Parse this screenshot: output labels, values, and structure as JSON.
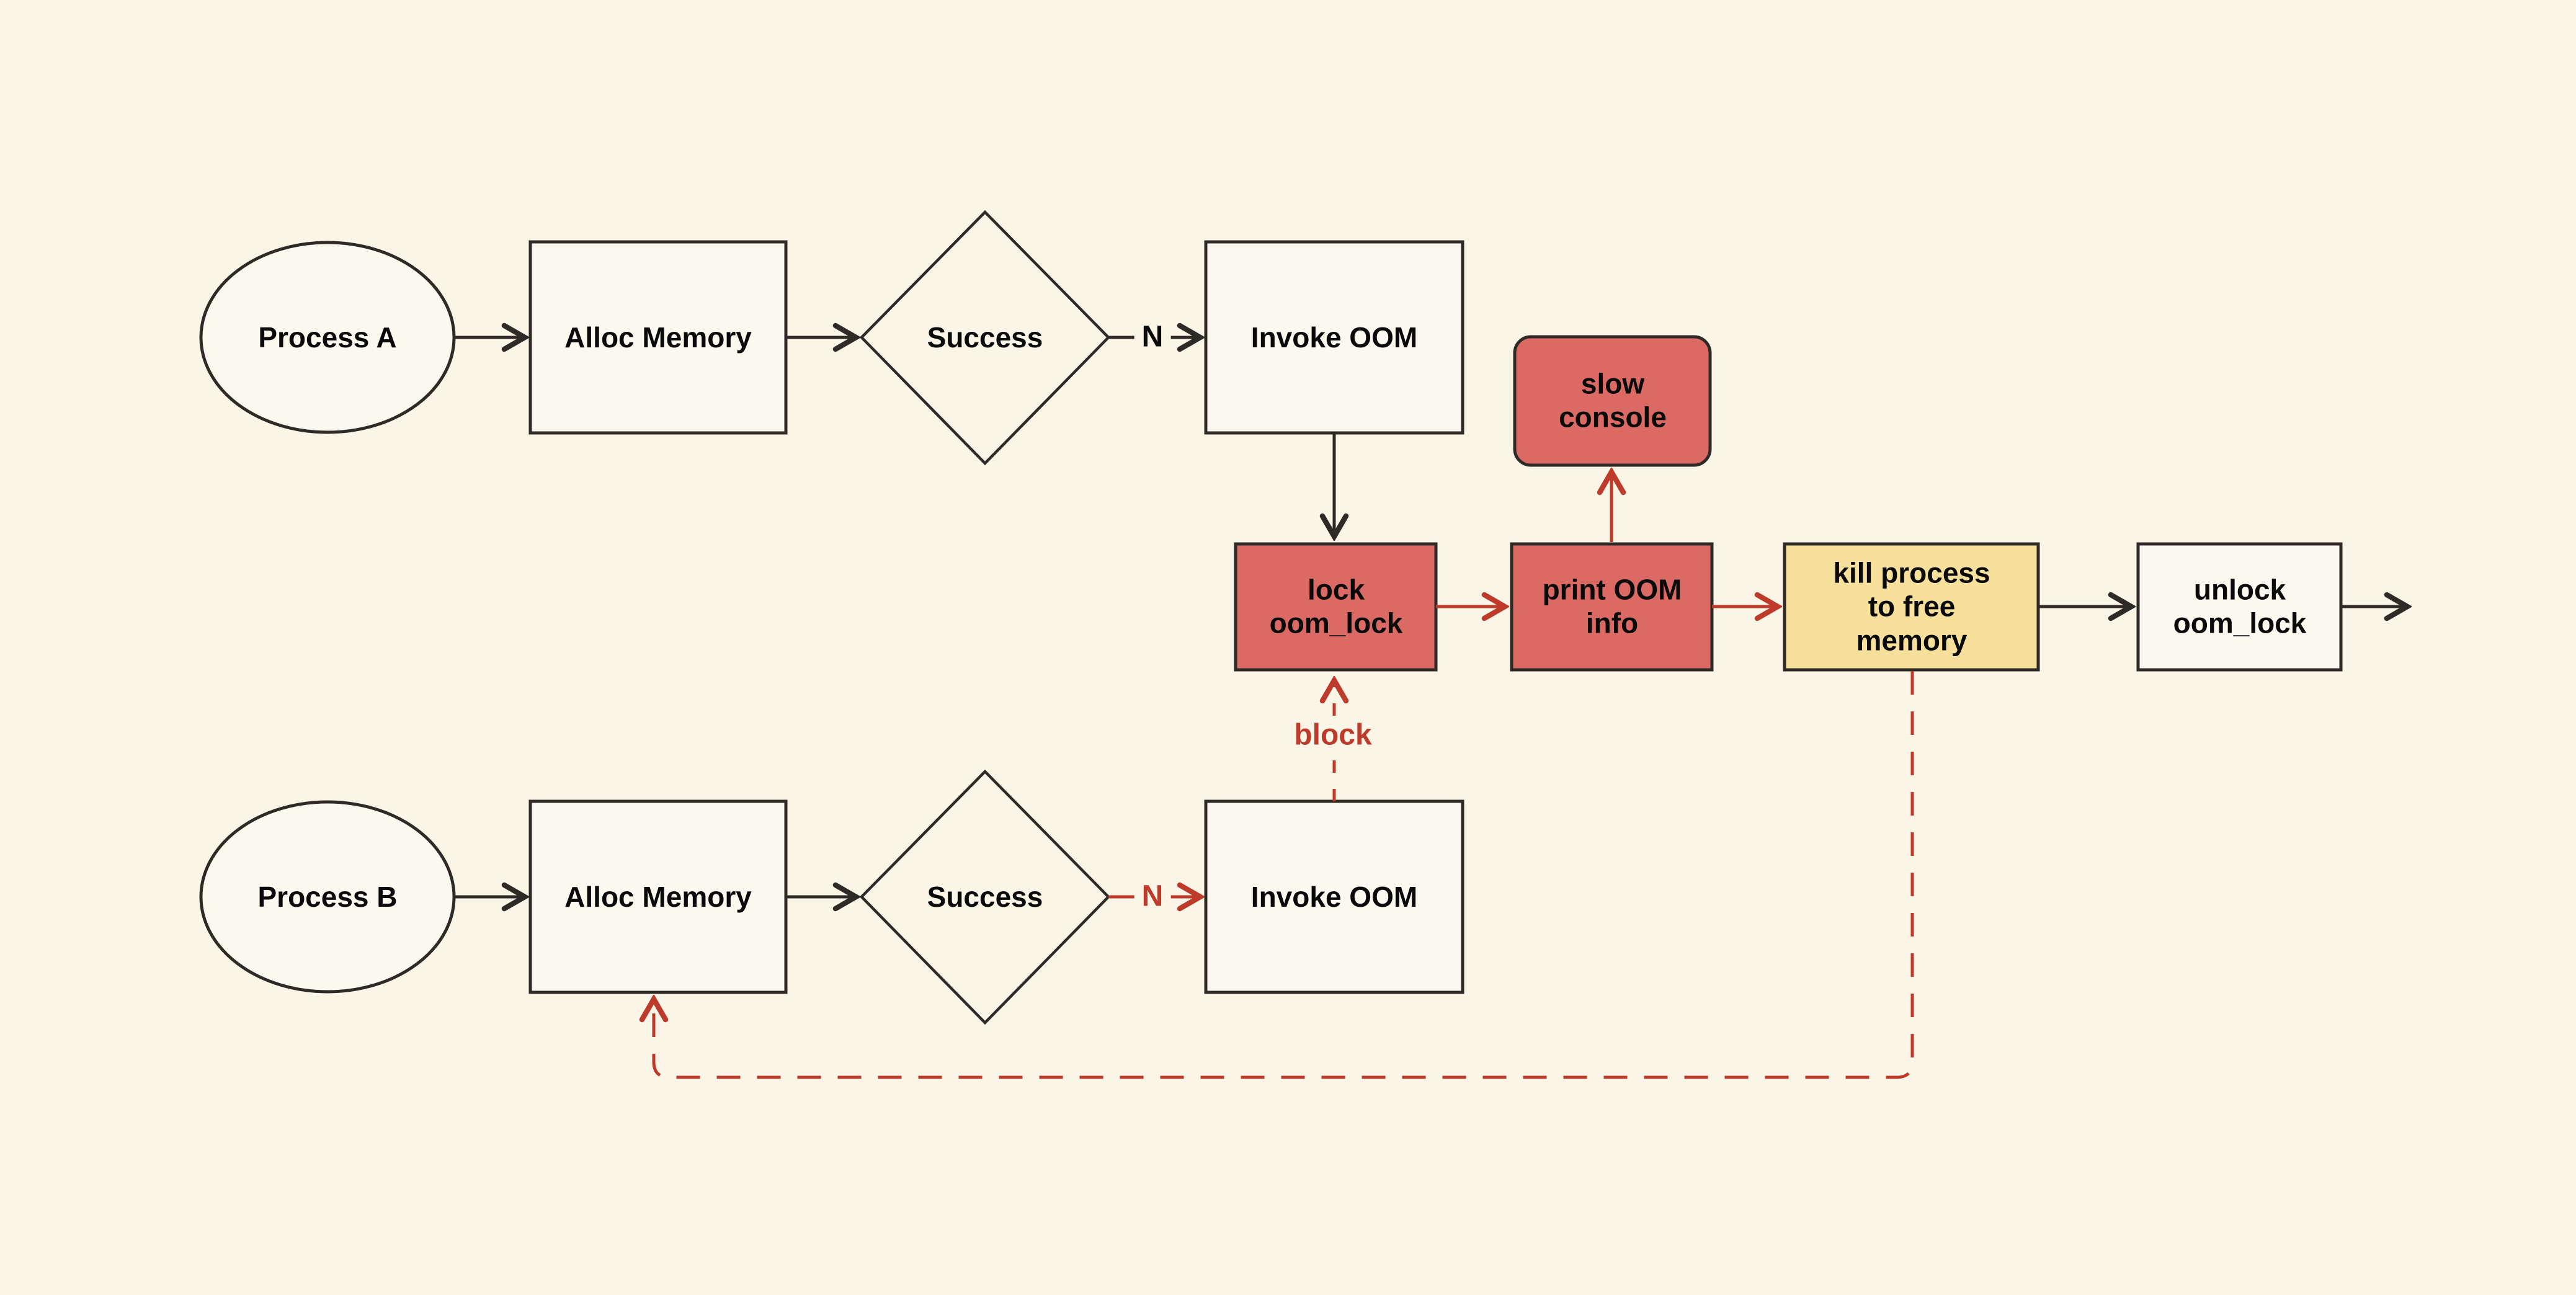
{
  "diagram": {
    "description": "OOM handling flowchart with two processes"
  },
  "colors": {
    "background": "#faf5e6",
    "node_fill": "#fbf8ef",
    "red_fill": "#dc6a64",
    "yellow_fill": "#f6e09b",
    "line_black": "#2e2b27",
    "line_red": "#be3a2b",
    "text_black": "#0a0a0a"
  },
  "nodes": {
    "process_a": {
      "label": "Process A",
      "shape": "ellipse"
    },
    "alloc_memory_a": {
      "label": "Alloc Memory",
      "shape": "rect"
    },
    "success_a": {
      "label": "Success",
      "shape": "diamond"
    },
    "invoke_oom_a": {
      "label": "Invoke OOM",
      "shape": "rect"
    },
    "slow_console": {
      "label": "slow\nconsole",
      "shape": "rounded-rect",
      "fill": "red"
    },
    "lock_oom_lock": {
      "label": "lock\noom_lock",
      "shape": "rect",
      "fill": "red"
    },
    "print_oom_info": {
      "label": "print OOM\ninfo",
      "shape": "rect",
      "fill": "red"
    },
    "kill_process": {
      "label": "kill process\nto free\nmemory",
      "shape": "rect",
      "fill": "yellow"
    },
    "unlock_oom_lock": {
      "label": "unlock\noom_lock",
      "shape": "rect"
    },
    "process_b": {
      "label": "Process B",
      "shape": "ellipse"
    },
    "alloc_memory_b": {
      "label": "Alloc Memory",
      "shape": "rect"
    },
    "success_b": {
      "label": "Success",
      "shape": "diamond"
    },
    "invoke_oom_b": {
      "label": "Invoke OOM",
      "shape": "rect"
    }
  },
  "edge_labels": {
    "n_a": "N",
    "n_b": "N",
    "block": "block"
  }
}
